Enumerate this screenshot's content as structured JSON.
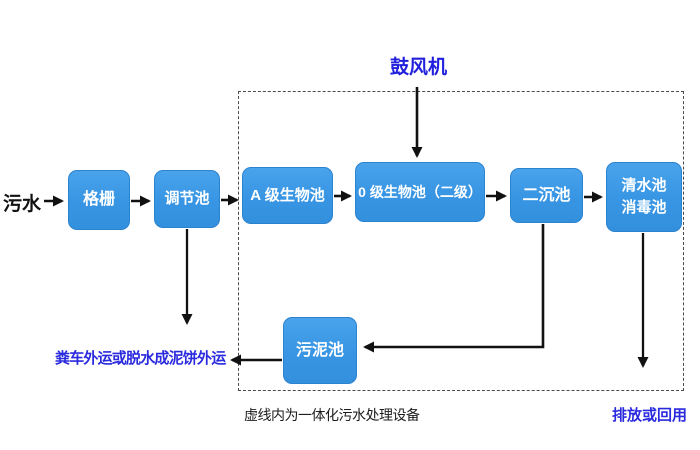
{
  "diagram": {
    "influent_label": "污水",
    "blower_label": "鼓风机",
    "nodes": {
      "grille": "格栅",
      "regulating_tank": "调节池",
      "a_bio_tank": "A 级生物池",
      "o_bio_tank": "0 级生物池（二级）",
      "secondary_settling_tank": "二沉池",
      "clean_water_tank_line1": "清水池",
      "clean_water_tank_line2": "消毒池",
      "sludge_tank": "污泥池"
    },
    "annotations": {
      "sludge_disposal": "粪车外运或脱水成泥饼外运",
      "boundary_note": "虚线内为一体化污水处理设备",
      "discharge": "排放或回用"
    },
    "colors": {
      "box_fill": "#3795e3",
      "box_border": "#2b82cf",
      "box_text": "#ffffff",
      "accent_text": "#2a2ade",
      "arrow": "#111111",
      "dashed_border": "#4a4a4a"
    }
  }
}
